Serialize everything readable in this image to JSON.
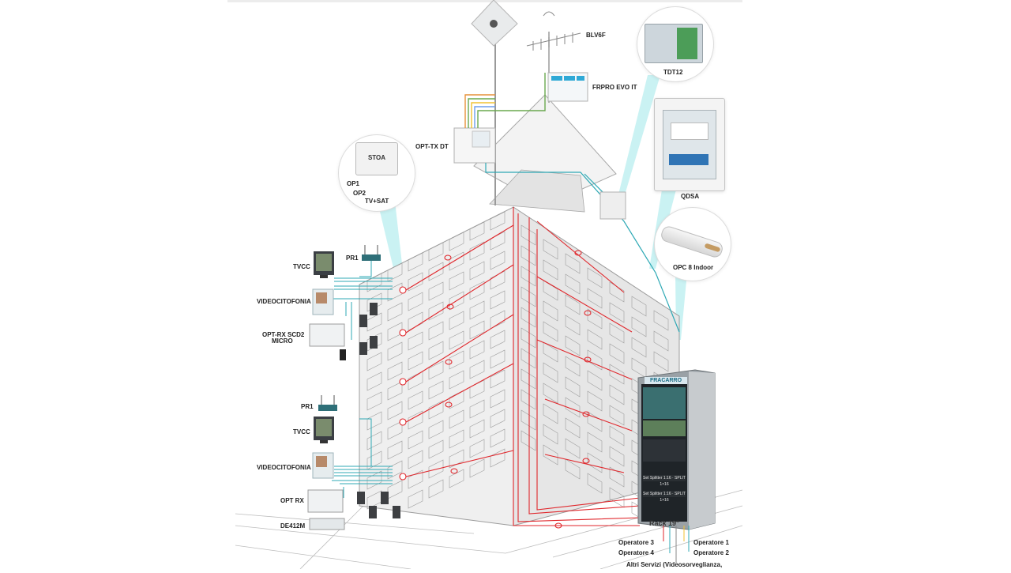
{
  "labels": {
    "blv6f": "BLV6F",
    "frpro": "FRPRO EVO IT",
    "tdt12": "TDT12",
    "opt_tx": "OPT-TX DT",
    "stoa": "STOA",
    "op1": "OP1",
    "op2": "OP2",
    "tv_sat": "TV+SAT",
    "qdsa": "QDSA",
    "opc8": "OPC 8 Indoor",
    "pr1_top": "PR1",
    "tvcc_top": "TVCC",
    "video_top": "VIDEOCITOFONIA",
    "opt_rx_scd2": "OPT-RX SCD2",
    "micro": "MICRO",
    "pr1_bottom": "PR1",
    "tvcc_bottom": "TVCC",
    "video_bottom": "VIDEOCITOFONIA",
    "opt_rx": "OPT RX",
    "de412m": "DE412M",
    "rack": "Rack 19\"",
    "rack_brand": "FRACARRO",
    "rack_strip_1": "Set Splitter 1:16 · SPLIT 1×16",
    "rack_strip_2": "Set Splitter 1:16 · SPLIT 1×16",
    "operatore_1": "Operatore 1",
    "operatore_2": "Operatore 2",
    "operatore_3": "Operatore 3",
    "operatore_4": "Operatore 4",
    "altri_servizi": "Altri Servizi (Videosorveglianza,"
  },
  "colors": {
    "fiber_red": "#e0262b",
    "cable_teal": "#2fa9b5",
    "coax_green": "#6aa84f",
    "coax_orange": "#e69138",
    "coax_yellow": "#f1c232",
    "building_line": "#9c9c9c",
    "bubble_beam": "#8fe0e0"
  }
}
